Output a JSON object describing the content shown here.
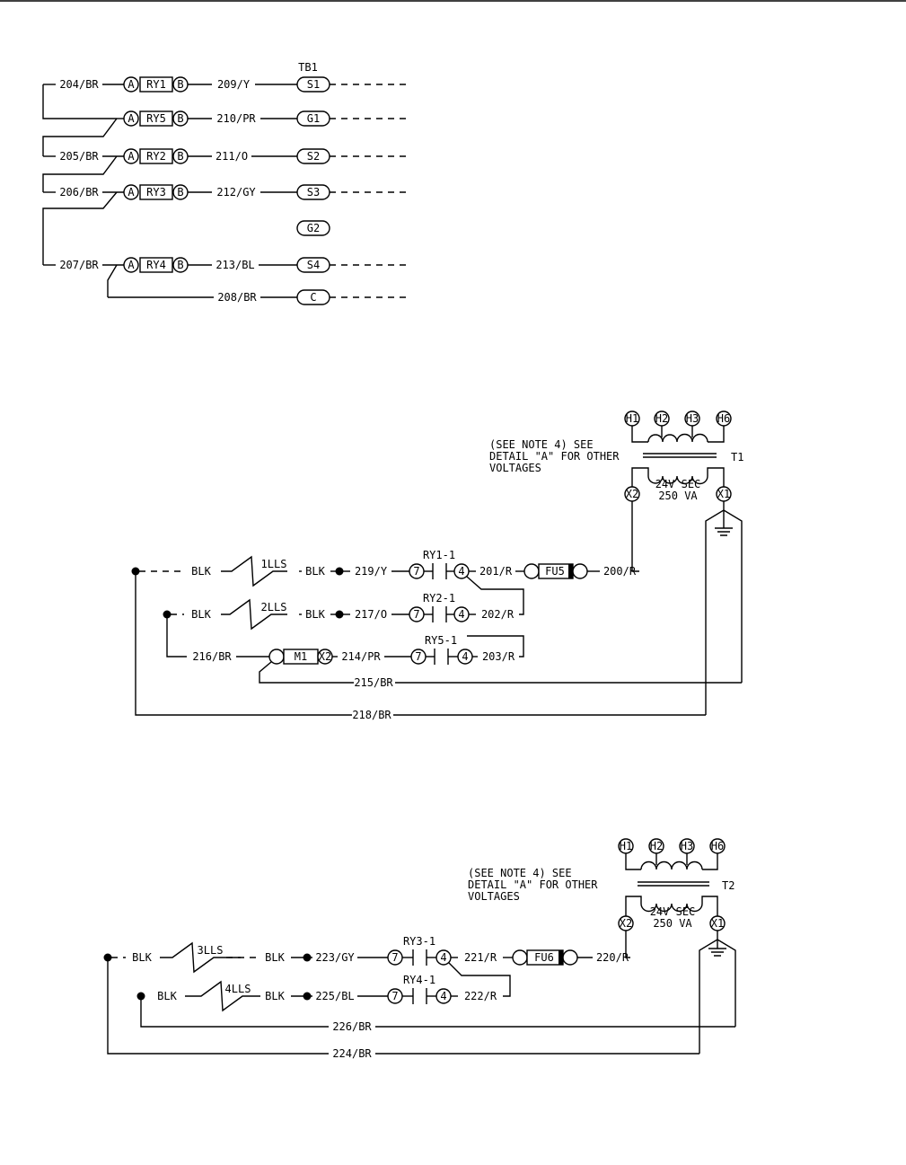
{
  "relay_panel": {
    "terminal_block_label": "TB1",
    "rows": [
      {
        "input_wire": "204/BR",
        "relay": "RY1",
        "output_wire": "209/Y",
        "terminal": "S1"
      },
      {
        "input_wire": "",
        "relay": "RY5",
        "output_wire": "210/PR",
        "terminal": "G1"
      },
      {
        "input_wire": "205/BR",
        "relay": "RY2",
        "output_wire": "211/O",
        "terminal": "S2"
      },
      {
        "input_wire": "206/BR",
        "relay": "RY3",
        "output_wire": "212/GY",
        "terminal": "S3"
      },
      {
        "input_wire": "",
        "relay": "",
        "output_wire": "",
        "terminal": "G2"
      },
      {
        "input_wire": "207/BR",
        "relay": "RY4",
        "output_wire": "213/BL",
        "terminal": "S4"
      },
      {
        "input_wire": "",
        "relay": "",
        "output_wire": "208/BR",
        "terminal": "C"
      }
    ],
    "pin_a": "A",
    "pin_b": "B"
  },
  "circuit_t1": {
    "note_lines": [
      "(SEE NOTE 4) SEE",
      "DETAIL \"A\" FOR OTHER",
      "VOLTAGES"
    ],
    "transformer": "T1",
    "primary_taps": [
      "H1",
      "H2",
      "H3",
      "H6"
    ],
    "secondary_rating": [
      "24V SEC",
      "250 VA"
    ],
    "secondary_terminals": [
      "X2",
      "X1"
    ],
    "line1": {
      "wire_a": "BLK",
      "switch": "1LLS",
      "wire_b": "BLK",
      "wire_c": "219/Y",
      "contact": "RY1-1",
      "pin_7": "7",
      "pin_4": "4",
      "wire_d": "201/R",
      "fuse": "FU5",
      "wire_e": "200/R"
    },
    "line2": {
      "wire_a": "BLK",
      "switch": "2LLS",
      "wire_b": "BLK",
      "wire_c": "217/O",
      "contact": "RY2-1",
      "pin_7": "7",
      "pin_4": "4",
      "wire_d": "202/R"
    },
    "line3": {
      "wire_a": "216/BR",
      "motor": "M1",
      "motor_terminal": "X2",
      "wire_c": "214/PR",
      "contact": "RY5-1",
      "pin_7": "7",
      "pin_4": "4",
      "wire_d": "203/R"
    },
    "return_wires": [
      "215/BR",
      "218/BR"
    ]
  },
  "circuit_t2": {
    "note_lines": [
      "(SEE NOTE 4)  SEE",
      "DETAIL \"A\" FOR OTHER",
      "VOLTAGES"
    ],
    "transformer": "T2",
    "primary_taps": [
      "H1",
      "H2",
      "H3",
      "H6"
    ],
    "secondary_rating": [
      "24V SEC",
      "250 VA"
    ],
    "secondary_terminals": [
      "X2",
      "X1"
    ],
    "line1": {
      "wire_a": "BLK",
      "switch": "3LLS",
      "wire_b": "BLK",
      "wire_c": "223/GY",
      "contact": "RY3-1",
      "pin_7": "7",
      "pin_4": "4",
      "wire_d": "221/R",
      "fuse": "FU6",
      "wire_e": "220/R"
    },
    "line2": {
      "wire_a": "BLK",
      "switch": "4LLS",
      "wire_b": "BLK",
      "wire_c": "225/BL",
      "contact": "RY4-1",
      "pin_7": "7",
      "pin_4": "4",
      "wire_d": "222/R"
    },
    "return_wires": [
      "226/BR",
      "224/BR"
    ]
  }
}
